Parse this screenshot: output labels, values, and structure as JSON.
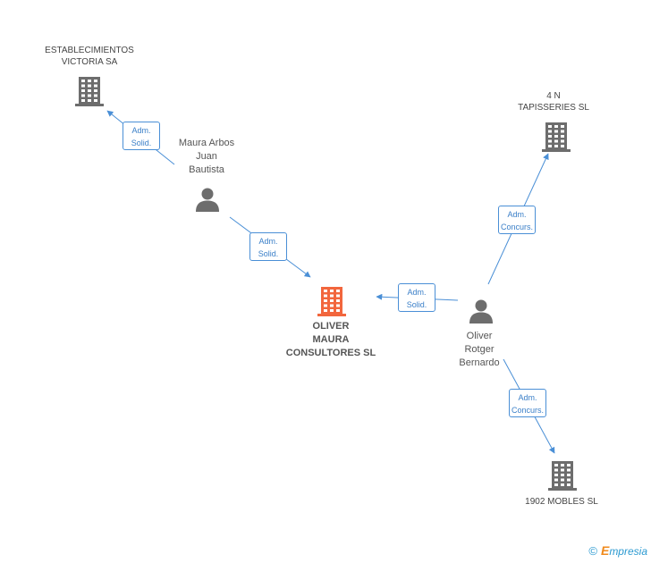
{
  "colors": {
    "edge": "#4a8fd6",
    "building": "#6d6d6d",
    "focus_building": "#f2663d",
    "person": "#6d6d6d"
  },
  "nodes": [
    {
      "id": "establecimientos",
      "type": "company",
      "label_lines": [
        "ESTABLECIMIENTOS",
        "VICTORIA SA"
      ]
    },
    {
      "id": "tapisseries",
      "type": "company",
      "label_lines": [
        "4 N",
        "TAPISSERIES SL"
      ]
    },
    {
      "id": "maura",
      "type": "person",
      "label_lines": [
        "Maura Arbos",
        "Juan",
        "Bautista"
      ]
    },
    {
      "id": "oliver_maura",
      "type": "focus-company",
      "label_lines": [
        "OLIVER",
        "MAURA",
        "CONSULTORES SL"
      ]
    },
    {
      "id": "oliver_rotger",
      "type": "person",
      "label_lines": [
        "Oliver",
        "Rotger",
        "Bernardo"
      ]
    },
    {
      "id": "mobles",
      "type": "company",
      "label_lines": [
        "1902 MOBLES SL"
      ]
    }
  ],
  "edges": [
    {
      "from": "maura",
      "to": "establecimientos",
      "label_lines": [
        "Adm.",
        "Solid."
      ]
    },
    {
      "from": "maura",
      "to": "oliver_maura",
      "label_lines": [
        "Adm.",
        "Solid."
      ]
    },
    {
      "from": "oliver_rotger",
      "to": "oliver_maura",
      "label_lines": [
        "Adm.",
        "Solid."
      ]
    },
    {
      "from": "oliver_rotger",
      "to": "tapisseries",
      "label_lines": [
        "Adm.",
        "Concurs."
      ]
    },
    {
      "from": "oliver_rotger",
      "to": "mobles",
      "label_lines": [
        "Adm.",
        "Concurs."
      ]
    }
  ],
  "footer": {
    "copyright": "©",
    "brand_first": "E",
    "brand_rest": "mpresia"
  }
}
